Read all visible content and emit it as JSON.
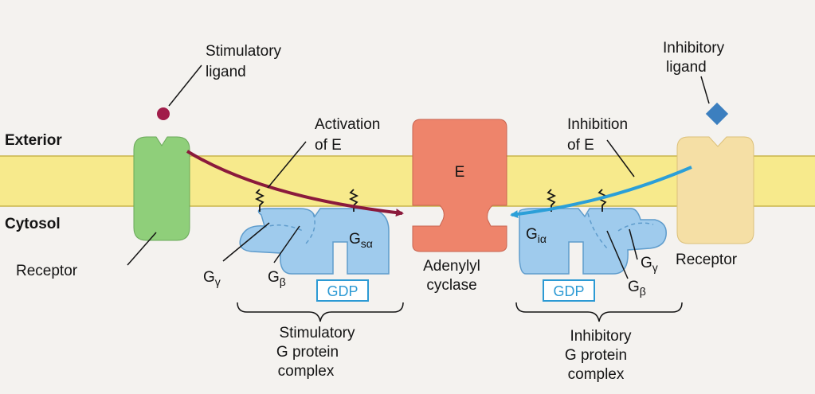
{
  "compartments": {
    "exterior": "Exterior",
    "cytosol": "Cytosol"
  },
  "stimulatory_side": {
    "ligand_line1": "Stimulatory",
    "ligand_line2": "ligand",
    "receptor": "Receptor",
    "activation_line1": "Activation",
    "activation_line2": "of E",
    "g_gamma": "G",
    "g_gamma_sub": "γ",
    "g_beta": "G",
    "g_beta_sub": "β",
    "g_alpha": "G",
    "g_alpha_sub": "sα",
    "gdp": "GDP",
    "complex_line1": "Stimulatory",
    "complex_line2": "G protein",
    "complex_line3": "complex"
  },
  "effector": {
    "symbol": "E",
    "name_line1": "Adenylyl",
    "name_line2": "cyclase"
  },
  "inhibitory_side": {
    "ligand_line1": "Inhibitory",
    "ligand_line2": "ligand",
    "receptor": "Receptor",
    "inhibition_line1": "Inhibition",
    "inhibition_line2": "of E",
    "g_alpha": "G",
    "g_alpha_sub": "iα",
    "g_gamma": "G",
    "g_gamma_sub": "γ",
    "g_beta": "G",
    "g_beta_sub": "β",
    "gdp": "GDP",
    "complex_line1": "Inhibitory",
    "complex_line2": "G protein",
    "complex_line3": "complex"
  },
  "colors": {
    "membrane": "#f7ea8c",
    "stim_receptor": "#8fcf7a",
    "effector": "#ee846b",
    "g_protein": "#9fcbed",
    "inhib_receptor": "#f5dfa5",
    "stim_ligand": "#a11d4a",
    "inhib_ligand": "#3c7fbf",
    "stim_arrow": "#8b1a3c",
    "inhib_arrow": "#2b9fd8"
  }
}
